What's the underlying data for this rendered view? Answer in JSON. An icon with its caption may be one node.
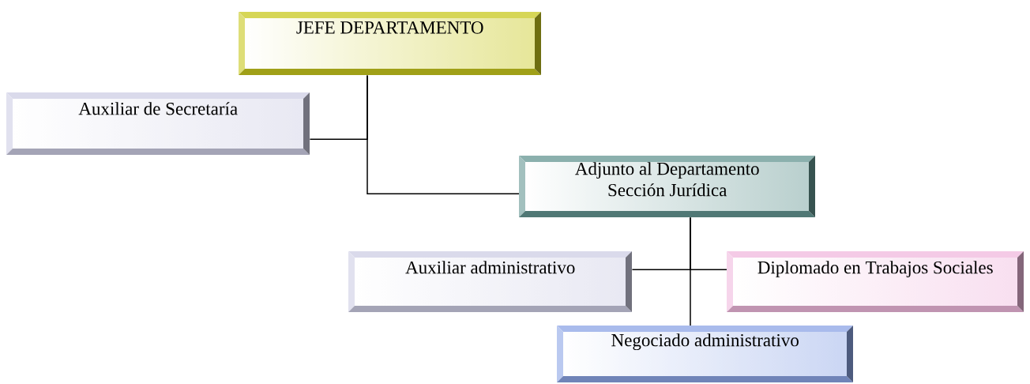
{
  "diagram": {
    "nodes": [
      {
        "text": [
          "JEFE DEPARTAMENTO"
        ]
      },
      {
        "text": [
          "Auxiliar de Secretaría"
        ]
      },
      {
        "text": [
          "Adjunto al Departamento Sección Jurídica"
        ]
      },
      {
        "text": [
          "Auxiliar administrativo"
        ]
      },
      {
        "text": [
          "Diplomado en Trabajos Sociales"
        ]
      },
      {
        "text": [
          "Negociado administrativo"
        ]
      }
    ],
    "edges": [
      {
        "from": 0,
        "to": 1,
        "arrow": "none"
      },
      {
        "from": 0,
        "to": 2,
        "arrow": "none"
      },
      {
        "from": 2,
        "to": 3,
        "arrow": "none"
      },
      {
        "from": 2,
        "to": 4,
        "arrow": "none"
      },
      {
        "from": 2,
        "to": 5,
        "arrow": "none"
      }
    ]
  }
}
